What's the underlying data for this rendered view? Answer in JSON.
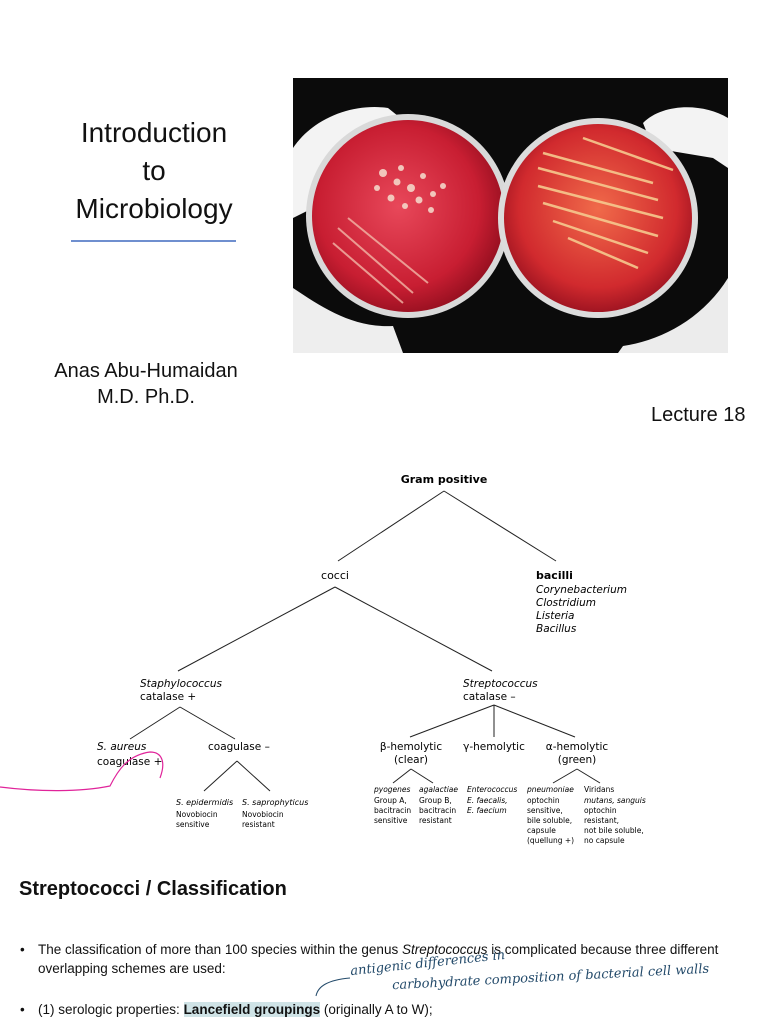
{
  "slide": {
    "title_lines": [
      "Introduction",
      "to",
      "Microbiology"
    ],
    "author": "Anas Abu-Humaidan",
    "degree": "M.D. Ph.D.",
    "lecture": "Lecture 18"
  },
  "tree": {
    "root": "Gram positive",
    "cocci": "cocci",
    "bacilli": "bacilli",
    "bacilli_examples": [
      "Corynebacterium",
      "Clostridium",
      "Listeria",
      "Bacillus"
    ],
    "staph": {
      "name": "Staphylococcus",
      "test": "catalase +"
    },
    "strep": {
      "name": "Streptococcus",
      "test": "catalase –"
    },
    "aureus": {
      "name": "S. aureus",
      "test": "coagulase +"
    },
    "coag_neg": "coagulase –",
    "epidermidis": {
      "name": "S. epidermidis",
      "lines": [
        "Novobiocin",
        "sensitive"
      ]
    },
    "saprophyticus": {
      "name": "S. saprophyticus",
      "lines": [
        "Novobiocin",
        "resistant"
      ]
    },
    "beta": {
      "name": "β-hemolytic",
      "sub": "(clear)"
    },
    "gamma": {
      "name": "γ-hemolytic"
    },
    "alpha": {
      "name": "α-hemolytic",
      "sub": "(green)"
    },
    "pyogenes": {
      "name": "pyogenes",
      "lines": [
        "Group A,",
        "bacitracin",
        "sensitive"
      ]
    },
    "agalactiae": {
      "name": "agalactiae",
      "lines": [
        "Group B,",
        "bacitracin",
        "resistant"
      ]
    },
    "enterococcus": {
      "name": "Enterococcus",
      "lines": [
        "E. faecalis,",
        "E. faecium"
      ]
    },
    "pneumoniae": {
      "name": "pneumoniae",
      "lines": [
        "optochin",
        "sensitive,",
        "bile soluble,",
        "capsule",
        "(quellung +)"
      ]
    },
    "viridans": {
      "name": "Viridans",
      "lines": [
        "mutans, sanguis",
        "optochin",
        "resistant,",
        "not bile soluble,",
        "no capsule"
      ]
    }
  },
  "section": {
    "heading": "Streptococci / Classification",
    "bullet1_pre": "The classification of more than 100 species within the genus ",
    "bullet1_italic": "Streptococcus",
    "bullet1_post": " is complicated because three different overlapping schemes are used:",
    "bullet2_pre": "(1) serologic properties: ",
    "bullet2_bold": "Lancefield groupings",
    "bullet2_post": " (originally A to W);"
  },
  "annotations": {
    "line1": "antigenic differences in",
    "line2": "carbohydrate composition of bacterial cell walls"
  },
  "colors": {
    "accent_rule": "#6f8fcf",
    "highlight": "#cfe3e6",
    "ink_pink": "#e0249a",
    "ink_blue": "#234a6a"
  }
}
